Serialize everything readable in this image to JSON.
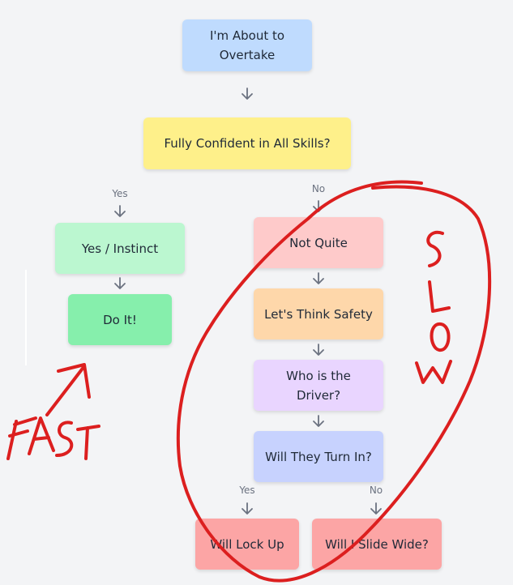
{
  "nodes": {
    "start": "I'm About to Overtake",
    "confident": "Fully Confident in All Skills?",
    "instinct": "Yes / Instinct",
    "do_it": "Do It!",
    "not_quite": "Not Quite",
    "safety": "Let's Think Safety",
    "driver": "Who is the Driver?",
    "turn_in": "Will They Turn In?",
    "lock_up": "Will Lock Up",
    "slide_wide": "Will I Slide Wide?"
  },
  "edge_labels": {
    "yes_left": "Yes",
    "no_right": "No",
    "yes_bottom": "Yes",
    "no_bottom": "No"
  },
  "annotations": {
    "fast": "FAST",
    "slow": "SLOW"
  },
  "colors": {
    "blue": "#bfdbfe",
    "yellow": "#fef08a",
    "light_green": "#bbf7d0",
    "green": "#86efac",
    "pink": "#fecaca",
    "orange": "#fed7aa",
    "purple": "#e9d5ff",
    "indigo": "#c7d2fe",
    "red": "#fca5a5",
    "annotation_red": "#dc1f1f",
    "arrow_gray": "#6b7280"
  }
}
